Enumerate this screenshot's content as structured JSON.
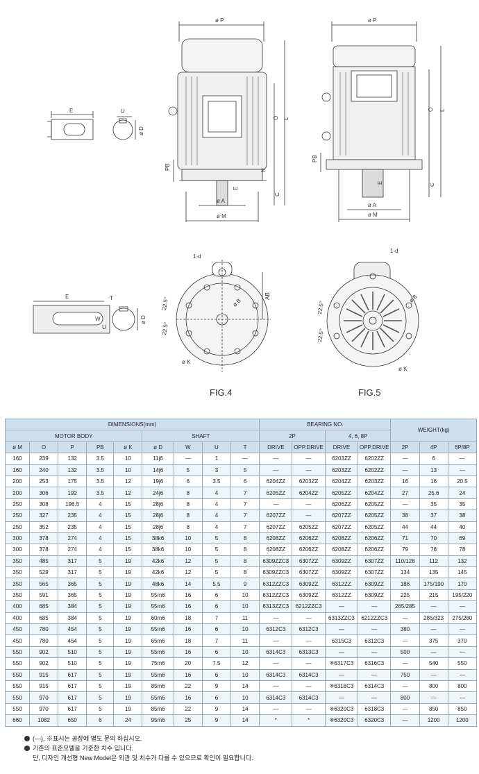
{
  "figures": {
    "dimension_labels": {
      "e": "E",
      "u": "U",
      "od": "ø D",
      "w": "W",
      "t": "T",
      "op": "ø P",
      "o": "O",
      "l": "L",
      "pb": "PB",
      "n": "N",
      "c": "C",
      "oa": "ø A",
      "om": "ø M",
      "one_d": "1-d",
      "ob": "ø B",
      "ab": "AB",
      "ok": "ø K",
      "angle": "22.5°"
    },
    "fig4": "FIG.4",
    "fig5": "FIG.5"
  },
  "table": {
    "title": "DIMENSIONS(mm)",
    "bearing_title": "BEARING NO.",
    "weight_title": "WEIGHT(kg)",
    "motor_body": "MOTOR BODY",
    "shaft": "SHAFT",
    "two_p": "2P",
    "four_six_eight_p": "4, 6, 8P",
    "columns": [
      "ø M",
      "O",
      "P",
      "PB",
      "ø K",
      "ø D",
      "W",
      "U",
      "T",
      "DRIVE",
      "OPP.DRIVE",
      "DRIVE",
      "OPP.DRIVE",
      "2P",
      "4P",
      "6P/8P"
    ],
    "rows": [
      [
        "160",
        "239",
        "132",
        "3.5",
        "10",
        "11j6",
        "—",
        "1",
        "—",
        "—",
        "—",
        "6203ZZ",
        "6202ZZ",
        "—",
        "6",
        "—"
      ],
      [
        "160",
        "240",
        "132",
        "3.5",
        "10",
        "14j6",
        "5",
        "3",
        "5",
        "—",
        "—",
        "6203ZZ",
        "6202ZZ",
        "—",
        "13",
        "—"
      ],
      [
        "200",
        "253",
        "175",
        "3.5",
        "12",
        "19j6",
        "6",
        "3.5",
        "6",
        "6204ZZ",
        "6203ZZ",
        "6204ZZ",
        "6203ZZ",
        "16",
        "16",
        "20.5"
      ],
      [
        "200",
        "306",
        "192",
        "3.5",
        "12",
        "24j6",
        "8",
        "4",
        "7",
        "6205ZZ",
        "6204ZZ",
        "6205ZZ",
        "6204ZZ",
        "27",
        "25.6",
        "24"
      ],
      [
        "250",
        "308",
        "196.5",
        "4",
        "15",
        "28j6",
        "8",
        "4",
        "7",
        "—",
        "—",
        "6206ZZ",
        "6205ZZ",
        "—",
        "35",
        "35"
      ],
      [
        "250",
        "327",
        "235",
        "4",
        "15",
        "28j6",
        "8",
        "4",
        "7",
        "6207ZZ",
        "—",
        "6207ZZ",
        "6205ZZ",
        "38",
        "37",
        "38"
      ],
      [
        "250",
        "352",
        "235",
        "4",
        "15",
        "28j6",
        "8",
        "4",
        "7",
        "6207ZZ",
        "6205ZZ",
        "6207ZZ",
        "6205ZZ",
        "44",
        "44",
        "40"
      ],
      [
        "300",
        "378",
        "274",
        "4",
        "15",
        "38k6",
        "10",
        "5",
        "8",
        "6208ZZ",
        "6206ZZ",
        "6208ZZ",
        "6206ZZ",
        "71",
        "70",
        "69"
      ],
      [
        "300",
        "378",
        "274",
        "4",
        "15",
        "38k6",
        "10",
        "5",
        "8",
        "6208ZZ",
        "6206ZZ",
        "6208ZZ",
        "6206ZZ",
        "79",
        "76",
        "78"
      ],
      [
        "350",
        "485",
        "317",
        "5",
        "19",
        "42k6",
        "12",
        "5",
        "8",
        "6309ZZC3",
        "6307ZZ",
        "6309ZZ",
        "6307ZZ",
        "110/128",
        "112",
        "132"
      ],
      [
        "350",
        "529",
        "317",
        "5",
        "19",
        "42k6",
        "12",
        "5",
        "8",
        "6309ZZC3",
        "6307ZZ",
        "6309ZZ",
        "6307ZZ",
        "134",
        "135",
        "145"
      ],
      [
        "350",
        "565",
        "365",
        "5",
        "19",
        "48k6",
        "14",
        "5.5",
        "9",
        "6312ZZC3",
        "6309ZZ",
        "6312ZZ",
        "6309ZZ",
        "186",
        "175/190",
        "170"
      ],
      [
        "350",
        "591",
        "365",
        "5",
        "19",
        "55m6",
        "16",
        "6",
        "10",
        "6312ZZC3",
        "6309ZZ",
        "6312ZZ",
        "6309ZZ",
        "225",
        "215",
        "195/220"
      ],
      [
        "400",
        "685",
        "384",
        "5",
        "19",
        "55m6",
        "16",
        "6",
        "10",
        "6313ZZC3",
        "6212ZZC3",
        "—",
        "—",
        "265/285",
        "—",
        "—"
      ],
      [
        "400",
        "685",
        "384",
        "5",
        "19",
        "60m6",
        "18",
        "7",
        "11",
        "—",
        "—",
        "6313ZZC3",
        "6212ZZC3",
        "—",
        "285/323",
        "275/280"
      ],
      [
        "450",
        "780",
        "454",
        "5",
        "19",
        "55m6",
        "16",
        "6",
        "10",
        "6312C3",
        "6312C3",
        "—",
        "—",
        "380",
        "—",
        "—"
      ],
      [
        "450",
        "780",
        "454",
        "5",
        "19",
        "65m6",
        "18",
        "7",
        "11",
        "—",
        "—",
        "6315C3",
        "6312C3",
        "—",
        "375",
        "370"
      ],
      [
        "550",
        "902",
        "510",
        "5",
        "19",
        "55m6",
        "16",
        "6",
        "10",
        "6314C3",
        "6313C3",
        "—",
        "—",
        "500",
        "—",
        "—"
      ],
      [
        "550",
        "902",
        "510",
        "5",
        "19",
        "75m6",
        "20",
        "7.5",
        "12",
        "—",
        "—",
        "※6317C3",
        "6316C3",
        "—",
        "540",
        "550"
      ],
      [
        "550",
        "915",
        "617",
        "5",
        "19",
        "55m6",
        "16",
        "6",
        "10",
        "6314C3",
        "6314C3",
        "—",
        "—",
        "750",
        "—",
        "—"
      ],
      [
        "550",
        "915",
        "617",
        "5",
        "19",
        "85m6",
        "22",
        "9",
        "14",
        "—",
        "—",
        "※6318C3",
        "6314C3",
        "—",
        "800",
        "800"
      ],
      [
        "550",
        "970",
        "617",
        "5",
        "19",
        "55m6",
        "16",
        "6",
        "10",
        "6314C3",
        "6314C3",
        "—",
        "—",
        "800",
        "—",
        "—"
      ],
      [
        "550",
        "970",
        "617",
        "5",
        "19",
        "85m6",
        "22",
        "9",
        "14",
        "—",
        "—",
        "※6320C3",
        "6318C3",
        "—",
        "850",
        "850"
      ],
      [
        "660",
        "1082",
        "650",
        "6",
        "24",
        "95m6",
        "25",
        "9",
        "14",
        "*",
        "*",
        "※6320C3",
        "6320C3",
        "—",
        "1200",
        "1200"
      ]
    ]
  },
  "notes": {
    "line1": "(—), ※표시는 공장에 별도 문의 하십시오.",
    "line2": "기존의 표준모델을 기준한 치수 입니다.",
    "line3": "단, 디자인 개선형 New Model은 외관 및 치수가 다를 수 있으므로 확인이 필요합니다."
  },
  "colors": {
    "header_bg": "#cfe0ec",
    "row_alt_bg": "#eef4f8",
    "border": "#9aabbb"
  }
}
